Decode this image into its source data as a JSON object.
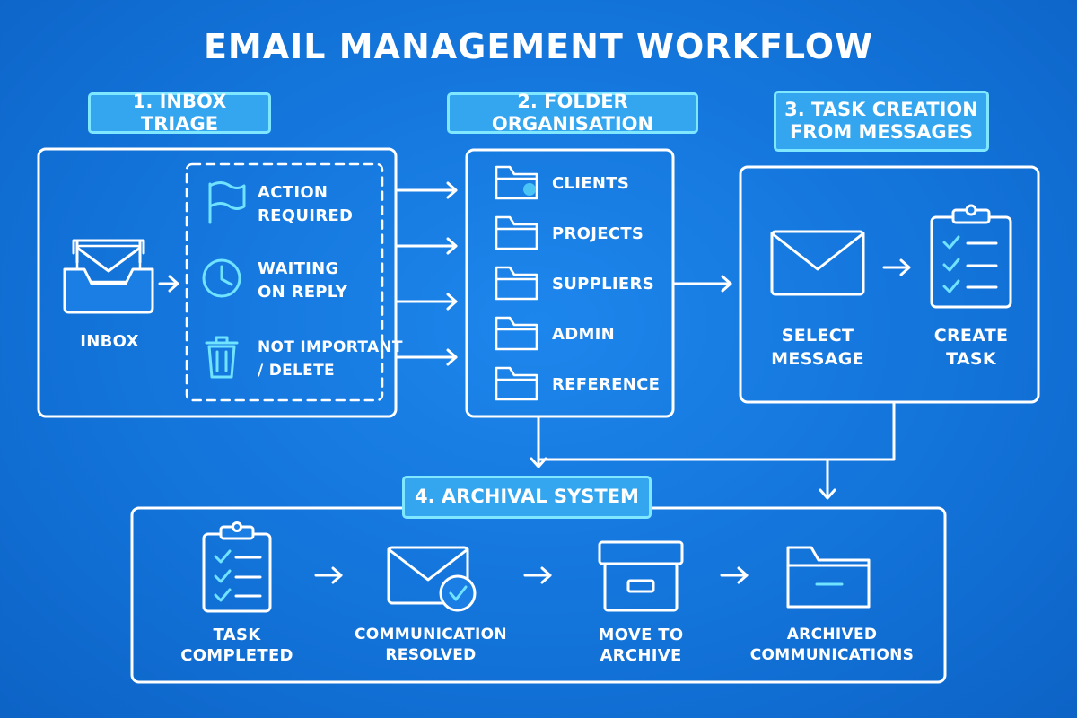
{
  "title": "EMAIL MANAGEMENT WORKFLOW",
  "colors": {
    "background": "#1272d8",
    "line": "#ffffff",
    "accent": "#6fe3ff",
    "badge": "#33a6ef"
  },
  "sections": {
    "triage": {
      "badge": "1. INBOX TRIAGE",
      "inbox_label": "INBOX",
      "categories": [
        {
          "icon": "flag-icon",
          "line1": "ACTION",
          "line2": "REQUIRED"
        },
        {
          "icon": "clock-icon",
          "line1": "WAITING",
          "line2": "ON REPLY"
        },
        {
          "icon": "trash-icon",
          "line1": "NOT IMPORTANT",
          "line2": "/ DELETE"
        }
      ]
    },
    "folders": {
      "badge": "2. FOLDER ORGANISATION",
      "items": [
        "CLIENTS",
        "PROJECTS",
        "SUPPLIERS",
        "ADMIN",
        "REFERENCE"
      ]
    },
    "tasks": {
      "badge_line1": "3. TASK CREATION",
      "badge_line2": "FROM MESSAGES",
      "steps": [
        {
          "icon": "envelope-icon",
          "line1": "SELECT",
          "line2": "MESSAGE"
        },
        {
          "icon": "clipboard-icon",
          "line1": "CREATE",
          "line2": "TASK"
        }
      ]
    },
    "archival": {
      "badge": "4. ARCHIVAL SYSTEM",
      "steps": [
        {
          "icon": "clipboard-check-icon",
          "line1": "TASK",
          "line2": "COMPLETED"
        },
        {
          "icon": "envelope-check-icon",
          "line1": "COMMUNICATION",
          "line2": "RESOLVED"
        },
        {
          "icon": "archive-box-icon",
          "line1": "MOVE TO",
          "line2": "ARCHIVE"
        },
        {
          "icon": "folder-icon",
          "line1": "ARCHIVED",
          "line2": "COMMUNICATIONS"
        }
      ]
    }
  }
}
